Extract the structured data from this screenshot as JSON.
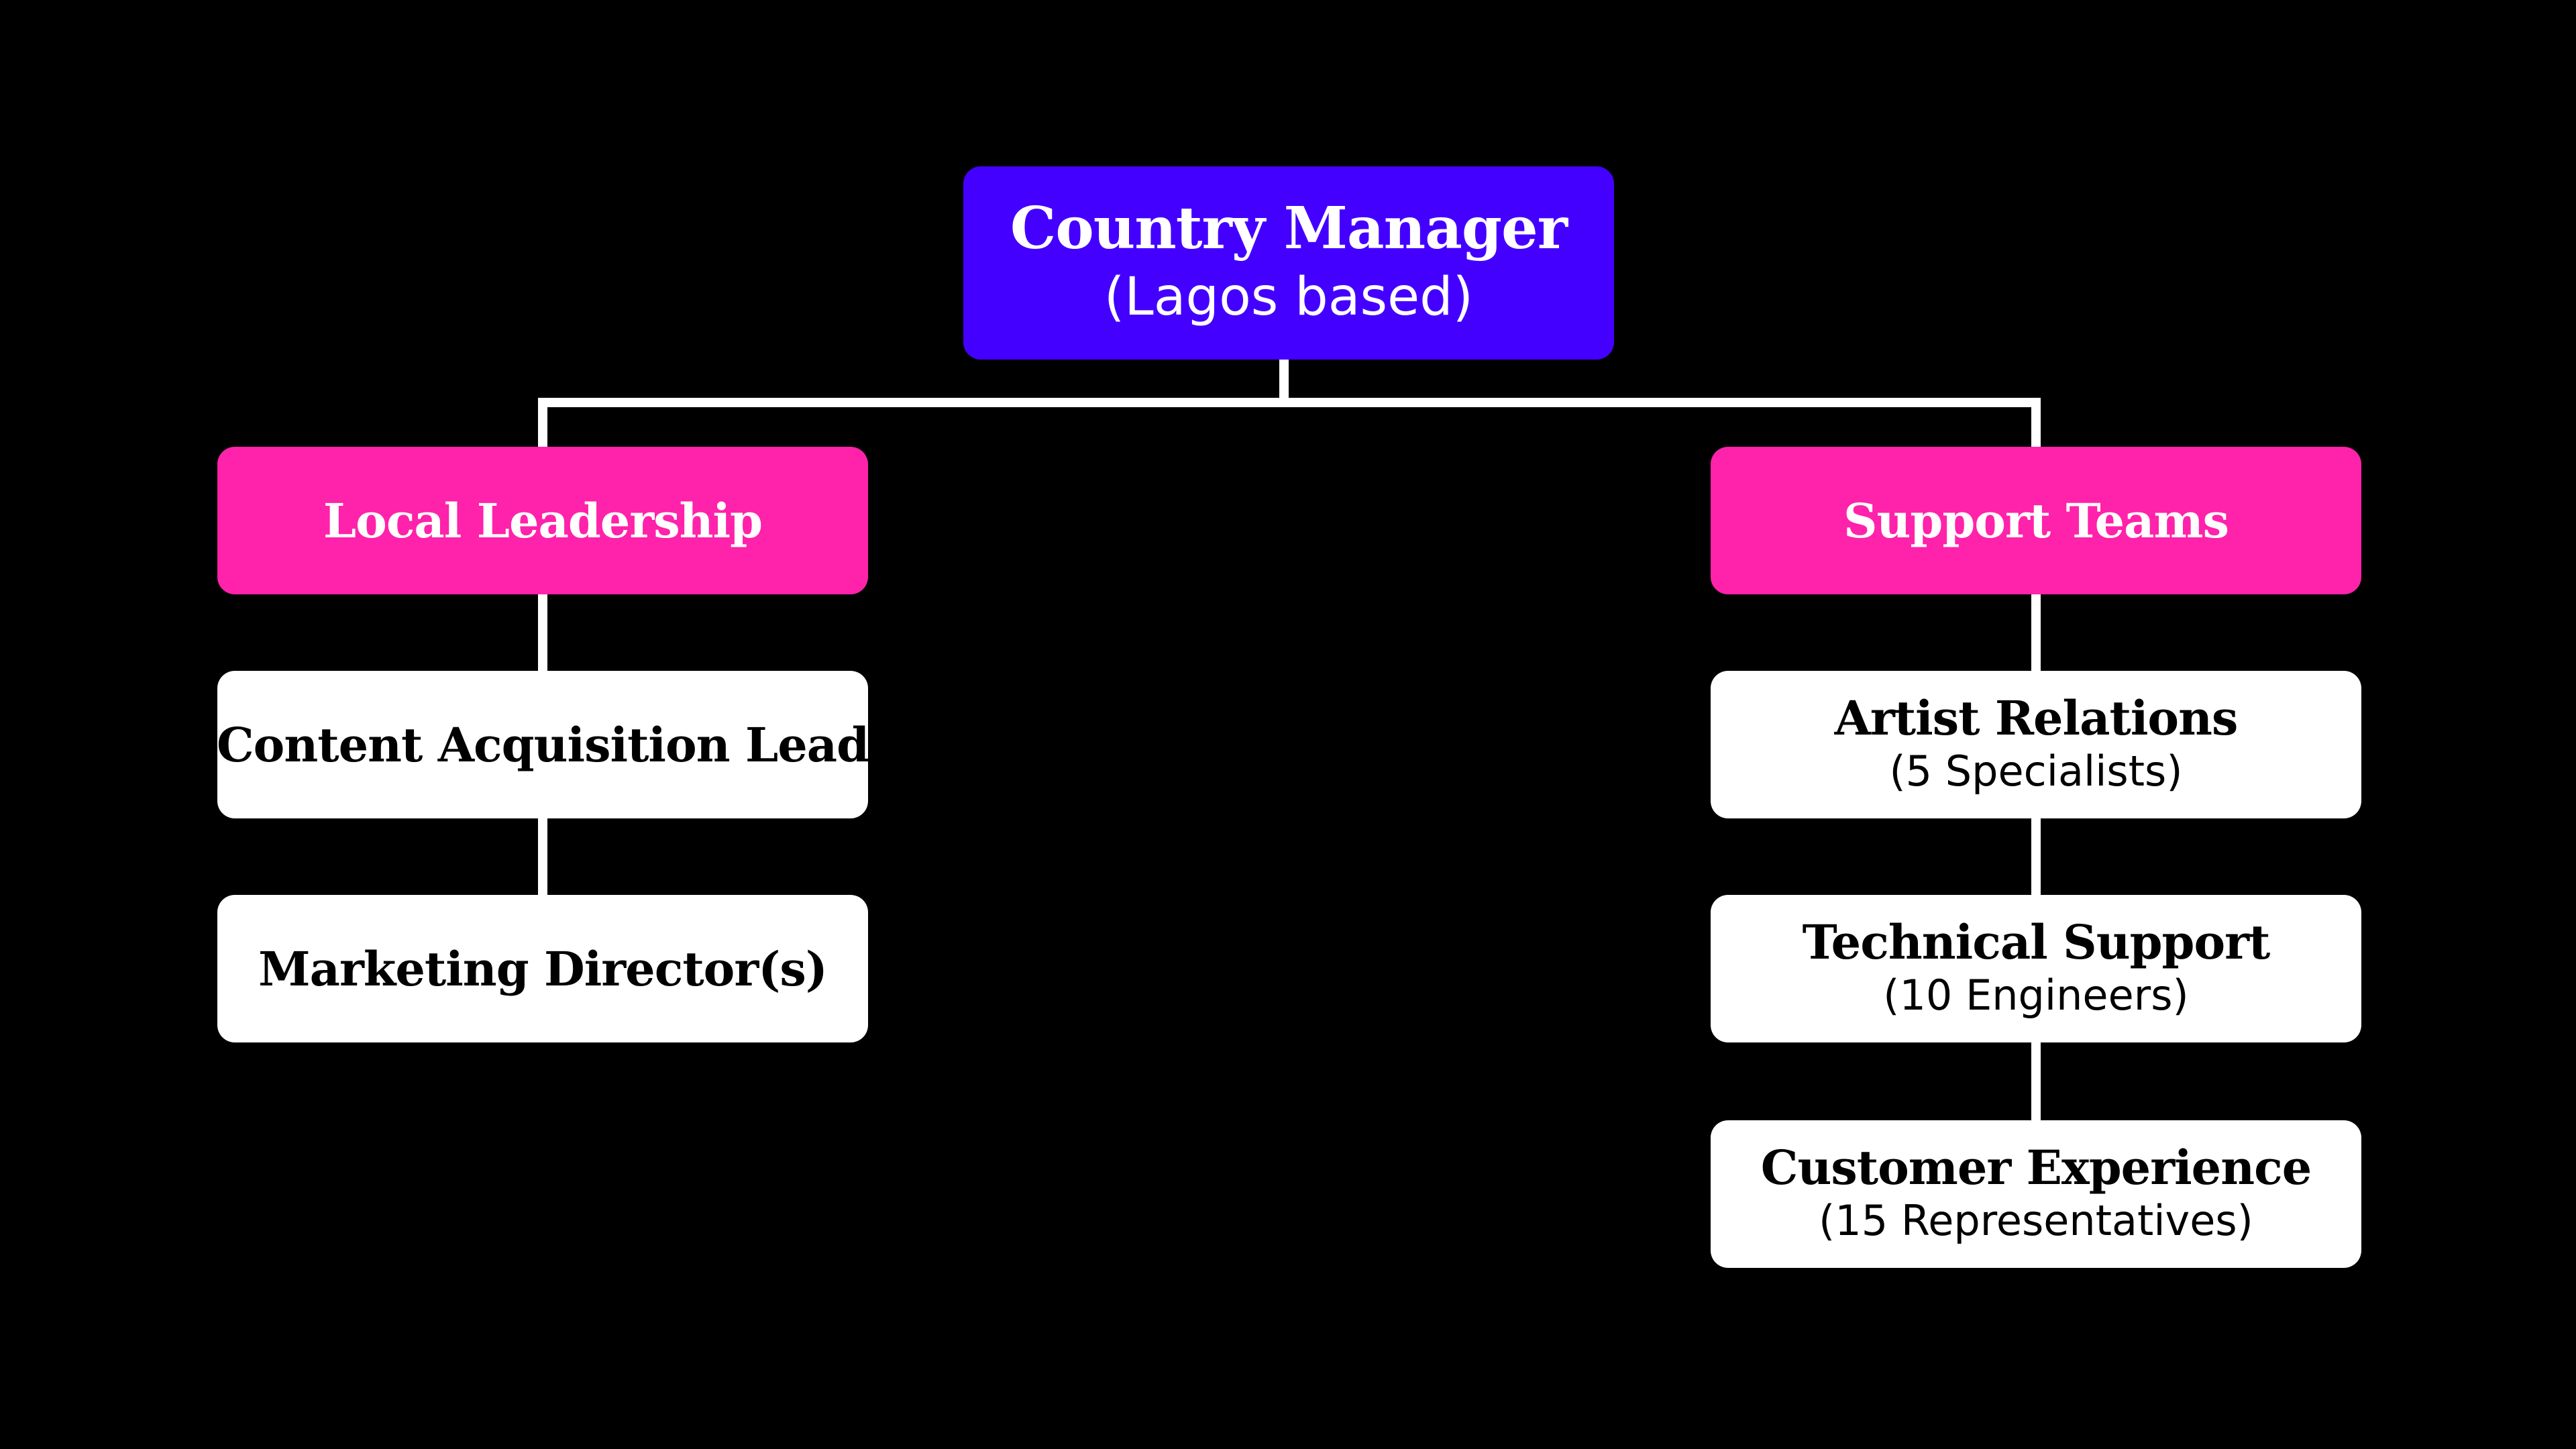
{
  "colors": {
    "background": "#000000",
    "root_fill": "#4400ff",
    "category_fill": "#ff22aa",
    "leaf_fill": "#ffffff",
    "connector": "#ffffff"
  },
  "root": {
    "title": "Country Manager",
    "subtitle": "(Lagos based)"
  },
  "branches": [
    {
      "title": "Local Leadership",
      "children": [
        {
          "title": "Content Acquisition Lead"
        },
        {
          "title": "Marketing Director(s)"
        }
      ]
    },
    {
      "title": "Support Teams",
      "children": [
        {
          "title": "Artist Relations",
          "subtitle": "(5 Specialists)"
        },
        {
          "title": "Technical Support",
          "subtitle": "(10 Engineers)"
        },
        {
          "title": "Customer Experience",
          "subtitle": "(15 Representatives)"
        }
      ]
    }
  ]
}
